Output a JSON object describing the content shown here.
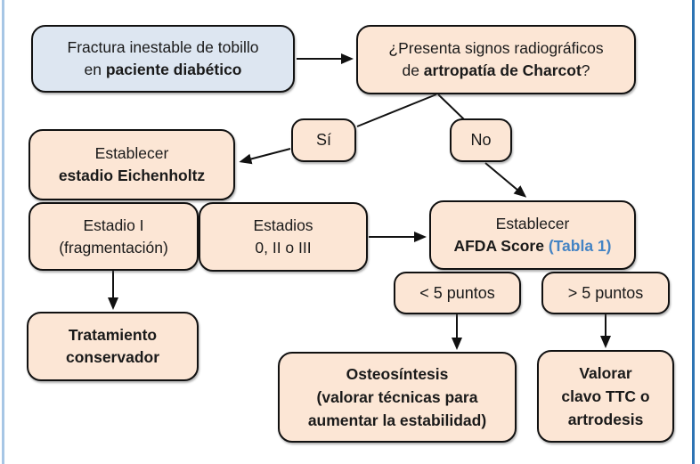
{
  "colors": {
    "box_fill_peach": "#fce6d5",
    "box_fill_blue": "#dde6f1",
    "box_border": "#111111",
    "link_blue": "#4584c4",
    "frame_left": "#a7c6e5",
    "frame_right": "#2e74b4"
  },
  "nodes": {
    "start": {
      "line1": "Fractura inestable de tobillo",
      "line2_prefix": "en ",
      "line2_bold": "paciente diabético"
    },
    "question": {
      "line1": "¿Presenta signos radiográficos",
      "line2_prefix": "de ",
      "line2_bold": "artropatía de Charcot",
      "line2_suffix": "?"
    },
    "yes": {
      "label": "Sí"
    },
    "no": {
      "label": "No"
    },
    "eichenholtz": {
      "line1": "Establecer",
      "line2_bold": "estadio Eichenholtz"
    },
    "estadio1": {
      "line1": "Estadio I",
      "line2": "(fragmentación)"
    },
    "estadios023": {
      "line1": "Estadios",
      "line2": "0, II o III"
    },
    "afda": {
      "line1": "Establecer",
      "line2_bold": "AFDA Score",
      "line2_link": "(Tabla 1)"
    },
    "lt5": {
      "label": "< 5 puntos"
    },
    "gt5": {
      "label": "> 5 puntos"
    },
    "conservador": {
      "line1": "Tratamiento",
      "line2": "conservador"
    },
    "osteosintesis": {
      "line1": "Osteosíntesis",
      "line2": "(valorar técnicas para",
      "line3": "aumentar la estabilidad)"
    },
    "valorar": {
      "line1": "Valorar",
      "line2": "clavo TTC o",
      "line3": "artrodesis"
    }
  }
}
